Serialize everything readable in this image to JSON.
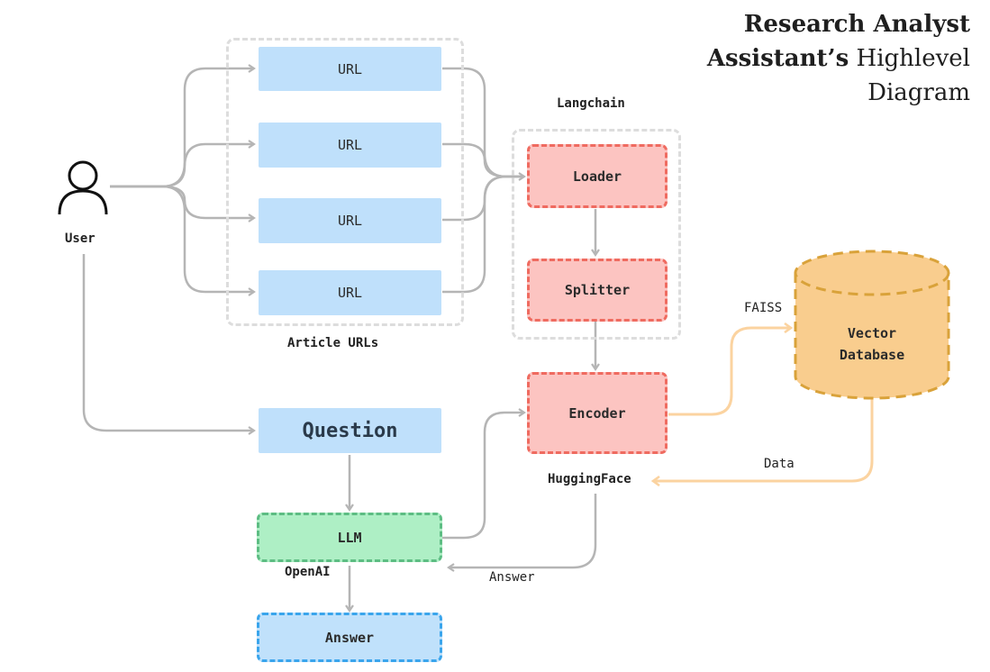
{
  "title": {
    "line1": "Research Analyst",
    "line2_bold": "Assistant’s",
    "line2_rest": "Highlevel",
    "line3": "Diagram"
  },
  "user": {
    "label": "User",
    "icon": "user-icon"
  },
  "article_urls": {
    "group_label": "Article URLs",
    "items": [
      "URL",
      "URL",
      "URL",
      "URL"
    ]
  },
  "langchain": {
    "group_label": "Langchain",
    "loader": "Loader",
    "splitter": "Splitter"
  },
  "encoder": {
    "label": "Encoder",
    "provider": "HuggingFace"
  },
  "vector_db": {
    "line1": "Vector",
    "line2": "Database",
    "edge_in_label": "FAISS",
    "edge_out_label": "Data"
  },
  "question": {
    "label": "Question"
  },
  "llm": {
    "label": "LLM",
    "provider": "OpenAI"
  },
  "answer": {
    "label": "Answer",
    "edge_label": "Answer"
  },
  "colors": {
    "arrow_gray": "#b5b5b5",
    "arrow_orange": "#fbd3a0",
    "url_fill": "#bfe0fb",
    "langchain_fill": "#fcc4c1",
    "langchain_stroke": "#ef6b60",
    "llm_fill": "#aeefc5",
    "llm_stroke": "#5dbd83",
    "answer_fill": "#c0e1fb",
    "answer_stroke": "#3aa5ec",
    "db_fill": "#f9cd8e",
    "db_stroke": "#d9a23a"
  }
}
